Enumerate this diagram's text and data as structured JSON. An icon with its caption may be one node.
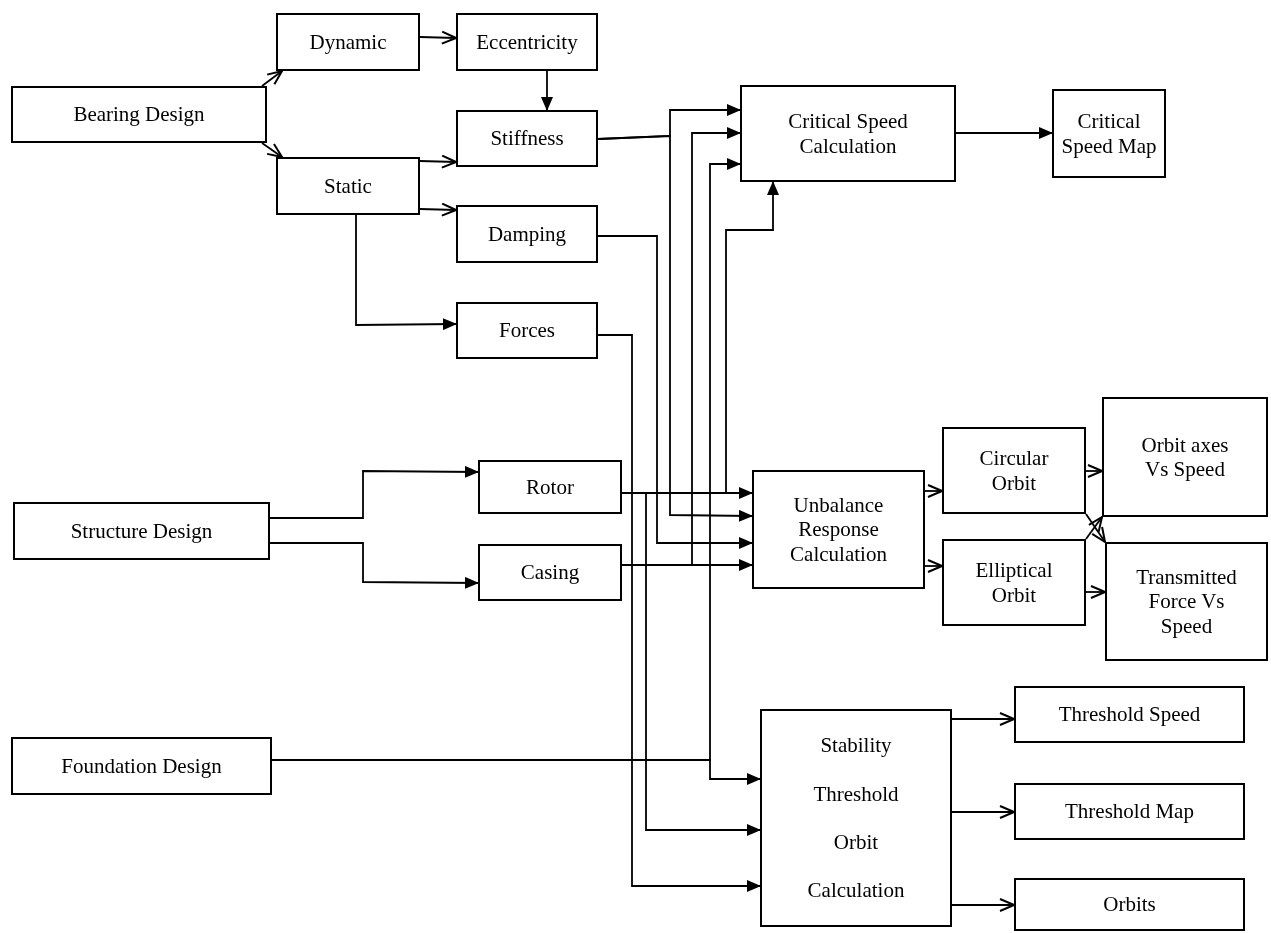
{
  "diagram": {
    "nodes": [
      {
        "text": [
          "Bearing Design"
        ]
      },
      {
        "text": [
          "Dynamic"
        ]
      },
      {
        "text": [
          "Eccentricity"
        ]
      },
      {
        "text": [
          "Stiffness"
        ]
      },
      {
        "text": [
          "Static"
        ]
      },
      {
        "text": [
          "Damping"
        ]
      },
      {
        "text": [
          "Forces"
        ]
      },
      {
        "text": [
          "Critical Speed Calculation"
        ]
      },
      {
        "text": [
          "Critical Speed Map"
        ]
      },
      {
        "text": [
          "Structure Design"
        ]
      },
      {
        "text": [
          "Rotor"
        ]
      },
      {
        "text": [
          "Casing"
        ]
      },
      {
        "text": [
          "Unbalance Response Calculation"
        ]
      },
      {
        "text": [
          "Circular Orbit"
        ]
      },
      {
        "text": [
          "Elliptical Orbit"
        ]
      },
      {
        "text": [
          "Orbit axes Vs Speed"
        ]
      },
      {
        "text": [
          "Transmitted Force Vs Speed"
        ]
      },
      {
        "text": [
          "Foundation Design"
        ]
      },
      {
        "text": [
          "Stability Threshold Orbit Calculation"
        ]
      },
      {
        "text": [
          "Threshold Speed"
        ]
      },
      {
        "text": [
          "Threshold Map"
        ]
      },
      {
        "text": [
          "Orbits"
        ]
      }
    ],
    "edges": [
      {
        "from": 0,
        "to": 1,
        "arrow": "to"
      },
      {
        "from": 0,
        "to": 4,
        "arrow": "to"
      },
      {
        "from": 1,
        "to": 2,
        "arrow": "to"
      },
      {
        "from": 2,
        "to": 3,
        "arrow": "to"
      },
      {
        "from": 4,
        "to": 3,
        "arrow": "to"
      },
      {
        "from": 4,
        "to": 5,
        "arrow": "to"
      },
      {
        "from": 4,
        "to": 6,
        "arrow": "to"
      },
      {
        "from": 3,
        "to": 7,
        "arrow": "to"
      },
      {
        "from": 3,
        "to": 12,
        "arrow": "to"
      },
      {
        "from": 5,
        "to": 12,
        "arrow": "to"
      },
      {
        "from": 11,
        "to": 7,
        "arrow": "to"
      },
      {
        "from": 11,
        "to": 12,
        "arrow": "to"
      },
      {
        "from": 10,
        "to": 7,
        "arrow": "to"
      },
      {
        "from": 10,
        "to": 12,
        "arrow": "to"
      },
      {
        "from": 10,
        "to": 18,
        "arrow": "to"
      },
      {
        "from": 6,
        "to": 18,
        "arrow": "to"
      },
      {
        "from": 17,
        "to": 7,
        "arrow": "to"
      },
      {
        "from": 17,
        "to": 18,
        "arrow": "to"
      },
      {
        "from": 9,
        "to": 10,
        "arrow": "to"
      },
      {
        "from": 9,
        "to": 11,
        "arrow": "to"
      },
      {
        "from": 7,
        "to": 8,
        "arrow": "to"
      },
      {
        "from": 12,
        "to": 13,
        "arrow": "to"
      },
      {
        "from": 12,
        "to": 14,
        "arrow": "to"
      },
      {
        "from": 13,
        "to": 15,
        "arrow": "to"
      },
      {
        "from": 13,
        "to": 16,
        "arrow": "to"
      },
      {
        "from": 14,
        "to": 15,
        "arrow": "to"
      },
      {
        "from": 14,
        "to": 16,
        "arrow": "to"
      },
      {
        "from": 18,
        "to": 19,
        "arrow": "to"
      },
      {
        "from": 18,
        "to": 20,
        "arrow": "to"
      },
      {
        "from": 18,
        "to": 21,
        "arrow": "to"
      }
    ]
  }
}
